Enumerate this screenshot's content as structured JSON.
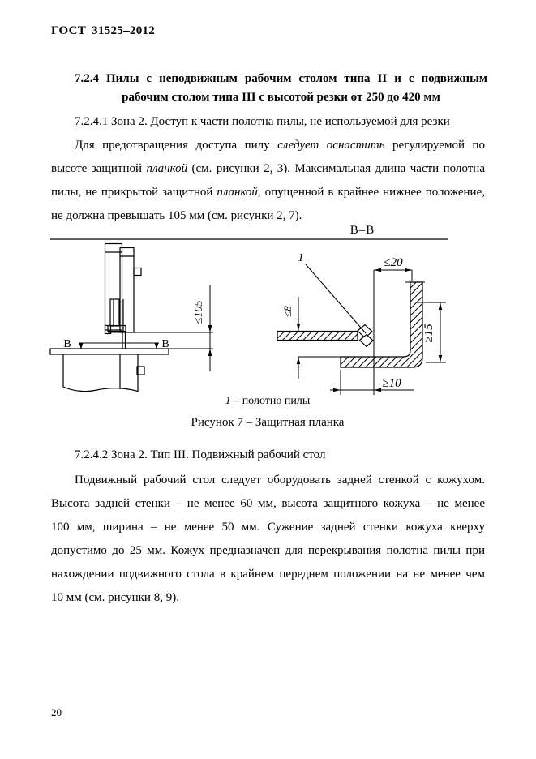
{
  "page": {
    "header": "ГОСТ 31525–2012",
    "page_number": "20"
  },
  "heading": {
    "line1": "7.2.4 Пилы с неподвижным рабочим столом типа II и с подвижным",
    "line2": "рабочим столом типа III с высотой резки от 250 до 420 мм"
  },
  "section_7241": {
    "title": "7.2.4.1 Зона 2. Доступ к части полотна пилы, не используемой для резки",
    "paragraph_lines": [
      {
        "justify": true,
        "indent": true,
        "segments": [
          {
            "text": "Для предотвращения доступа пилу "
          },
          {
            "text": "следует оснастить",
            "italic": true
          },
          {
            "text": " регулируемой по"
          }
        ]
      },
      {
        "justify": true,
        "segments": [
          {
            "text": "высоте защитной "
          },
          {
            "text": "планкой",
            "italic": true
          },
          {
            "text": " (см. рисунки 2, 3). Максимальная длина части полотна"
          }
        ]
      },
      {
        "justify": true,
        "segments": [
          {
            "text": "пилы, не прикрытой защитной "
          },
          {
            "text": "планкой,",
            "italic": true
          },
          {
            "text": " опущенной в крайнее нижнее положение,"
          }
        ]
      },
      {
        "segments": [
          {
            "text": "не должна превышать 105 мм (см. рисунки 2, 7)."
          }
        ]
      }
    ]
  },
  "figure": {
    "section_view_label": "В–В",
    "cut_left": "В",
    "cut_right": "В",
    "part_ref": "1",
    "dims": {
      "max105": "≤105",
      "max20": "≤20",
      "min15": "≥15",
      "min10": "≥10",
      "max8": "≤8"
    },
    "legend": {
      "ref": "1",
      "text": " – полотно пилы"
    },
    "caption": "Рисунок 7 – Защитная планка"
  },
  "section_7242": {
    "title": "7.2.4.2 Зона 2. Тип III. Подвижный рабочий стол",
    "paragraph_lines": [
      {
        "justify": true,
        "indent": true,
        "segments": [
          {
            "text": "Подвижный рабочий стол следует оборудовать задней стенкой с кожухом."
          }
        ]
      },
      {
        "justify": true,
        "segments": [
          {
            "text": "Высота задней стенки – не менее 60 мм, высота защитного кожуха – не менее"
          }
        ]
      },
      {
        "justify": true,
        "segments": [
          {
            "text": "100 мм, ширина – не менее 50 мм. Сужение задней стенки кожуха кверху"
          }
        ]
      },
      {
        "justify": true,
        "segments": [
          {
            "text": "допустимо до 25 мм. Кожух предназначен для перекрывания полотна пилы при"
          }
        ]
      },
      {
        "justify": true,
        "segments": [
          {
            "text": "нахождении подвижного стола в крайнем переднем положении на не менее чем"
          }
        ]
      },
      {
        "segments": [
          {
            "text": "10 мм (см. рисунки 8, 9)."
          }
        ]
      }
    ]
  }
}
